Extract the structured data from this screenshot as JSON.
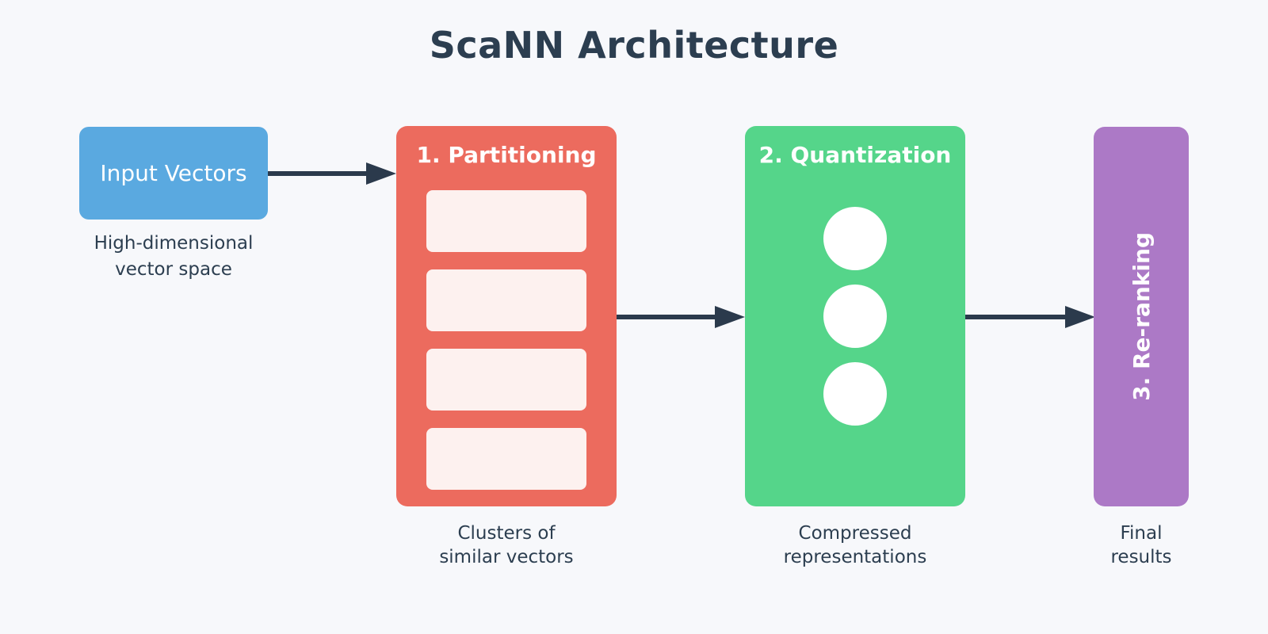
{
  "title": "ScaNN Architecture",
  "colors": {
    "bg": "#F7F8FB",
    "ink": "#2C3E50",
    "arrow": "#2B3A4C",
    "input-box": "#5AA9E0",
    "partition-box": "#EC6B5E",
    "cluster-fill": "#FDF1EF",
    "quantize-box": "#55D58A",
    "rerank-box": "#AC79C6",
    "box-text": "#FFFFFF"
  },
  "input_stage": {
    "label": "Input Vectors",
    "caption_line1": "High-dimensional",
    "caption_line2": "vector space"
  },
  "partitioning_stage": {
    "label": "1. Partitioning",
    "caption_line1": "Clusters of",
    "caption_line2": "similar vectors",
    "cluster_count": 4
  },
  "quantization_stage": {
    "label": "2. Quantization",
    "caption_line1": "Compressed",
    "caption_line2": "representations",
    "dot_count": 3
  },
  "reranking_stage": {
    "label": "3. Re-ranking",
    "caption_line1": "Final",
    "caption_line2": "results"
  }
}
